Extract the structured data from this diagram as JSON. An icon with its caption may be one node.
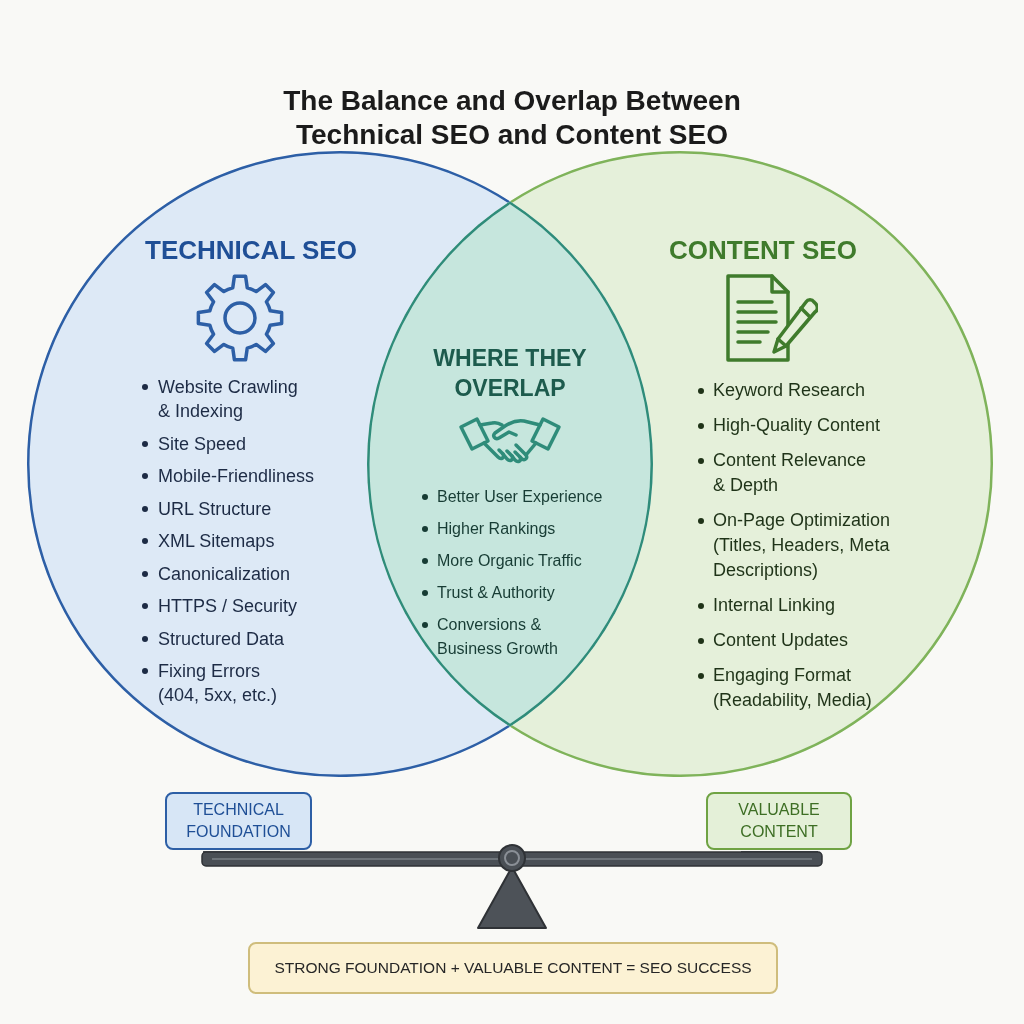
{
  "diagram": {
    "title": "The Balance and Overlap Between Technical SEO and Content SEO",
    "nodes": [
      {
        "text": [
          "TECHNICAL SEO",
          "Website Crawling & Indexing",
          "Site Speed",
          "Mobile-Friendliness",
          "URL Structure",
          "XML Sitemaps",
          "Canonicalization",
          "HTTPS / Security",
          "Structured Data",
          "Fixing Errors (404, 5xx, etc.)"
        ]
      },
      {
        "text": [
          "WHERE THEY OVERLAP",
          "Better User Experience",
          "Higher Rankings",
          "More Organic Traffic",
          "Trust & Authority",
          "Conversions & Business Growth"
        ]
      },
      {
        "text": [
          "CONTENT SEO",
          "Keyword Research",
          "High-Quality Content",
          "Content Relevance & Depth",
          "On-Page Optimization (Titles, Headers, Meta Descriptions)",
          "Internal Linking",
          "Content Updates",
          "Engaging Format (Readability, Media)"
        ]
      },
      {
        "text": [
          "TECHNICAL FOUNDATION"
        ]
      },
      {
        "text": [
          "VALUABLE CONTENT"
        ]
      },
      {
        "text": [
          "STRONG FOUNDATION + VALUABLE CONTENT = SEO SUCCESS"
        ]
      }
    ]
  }
}
